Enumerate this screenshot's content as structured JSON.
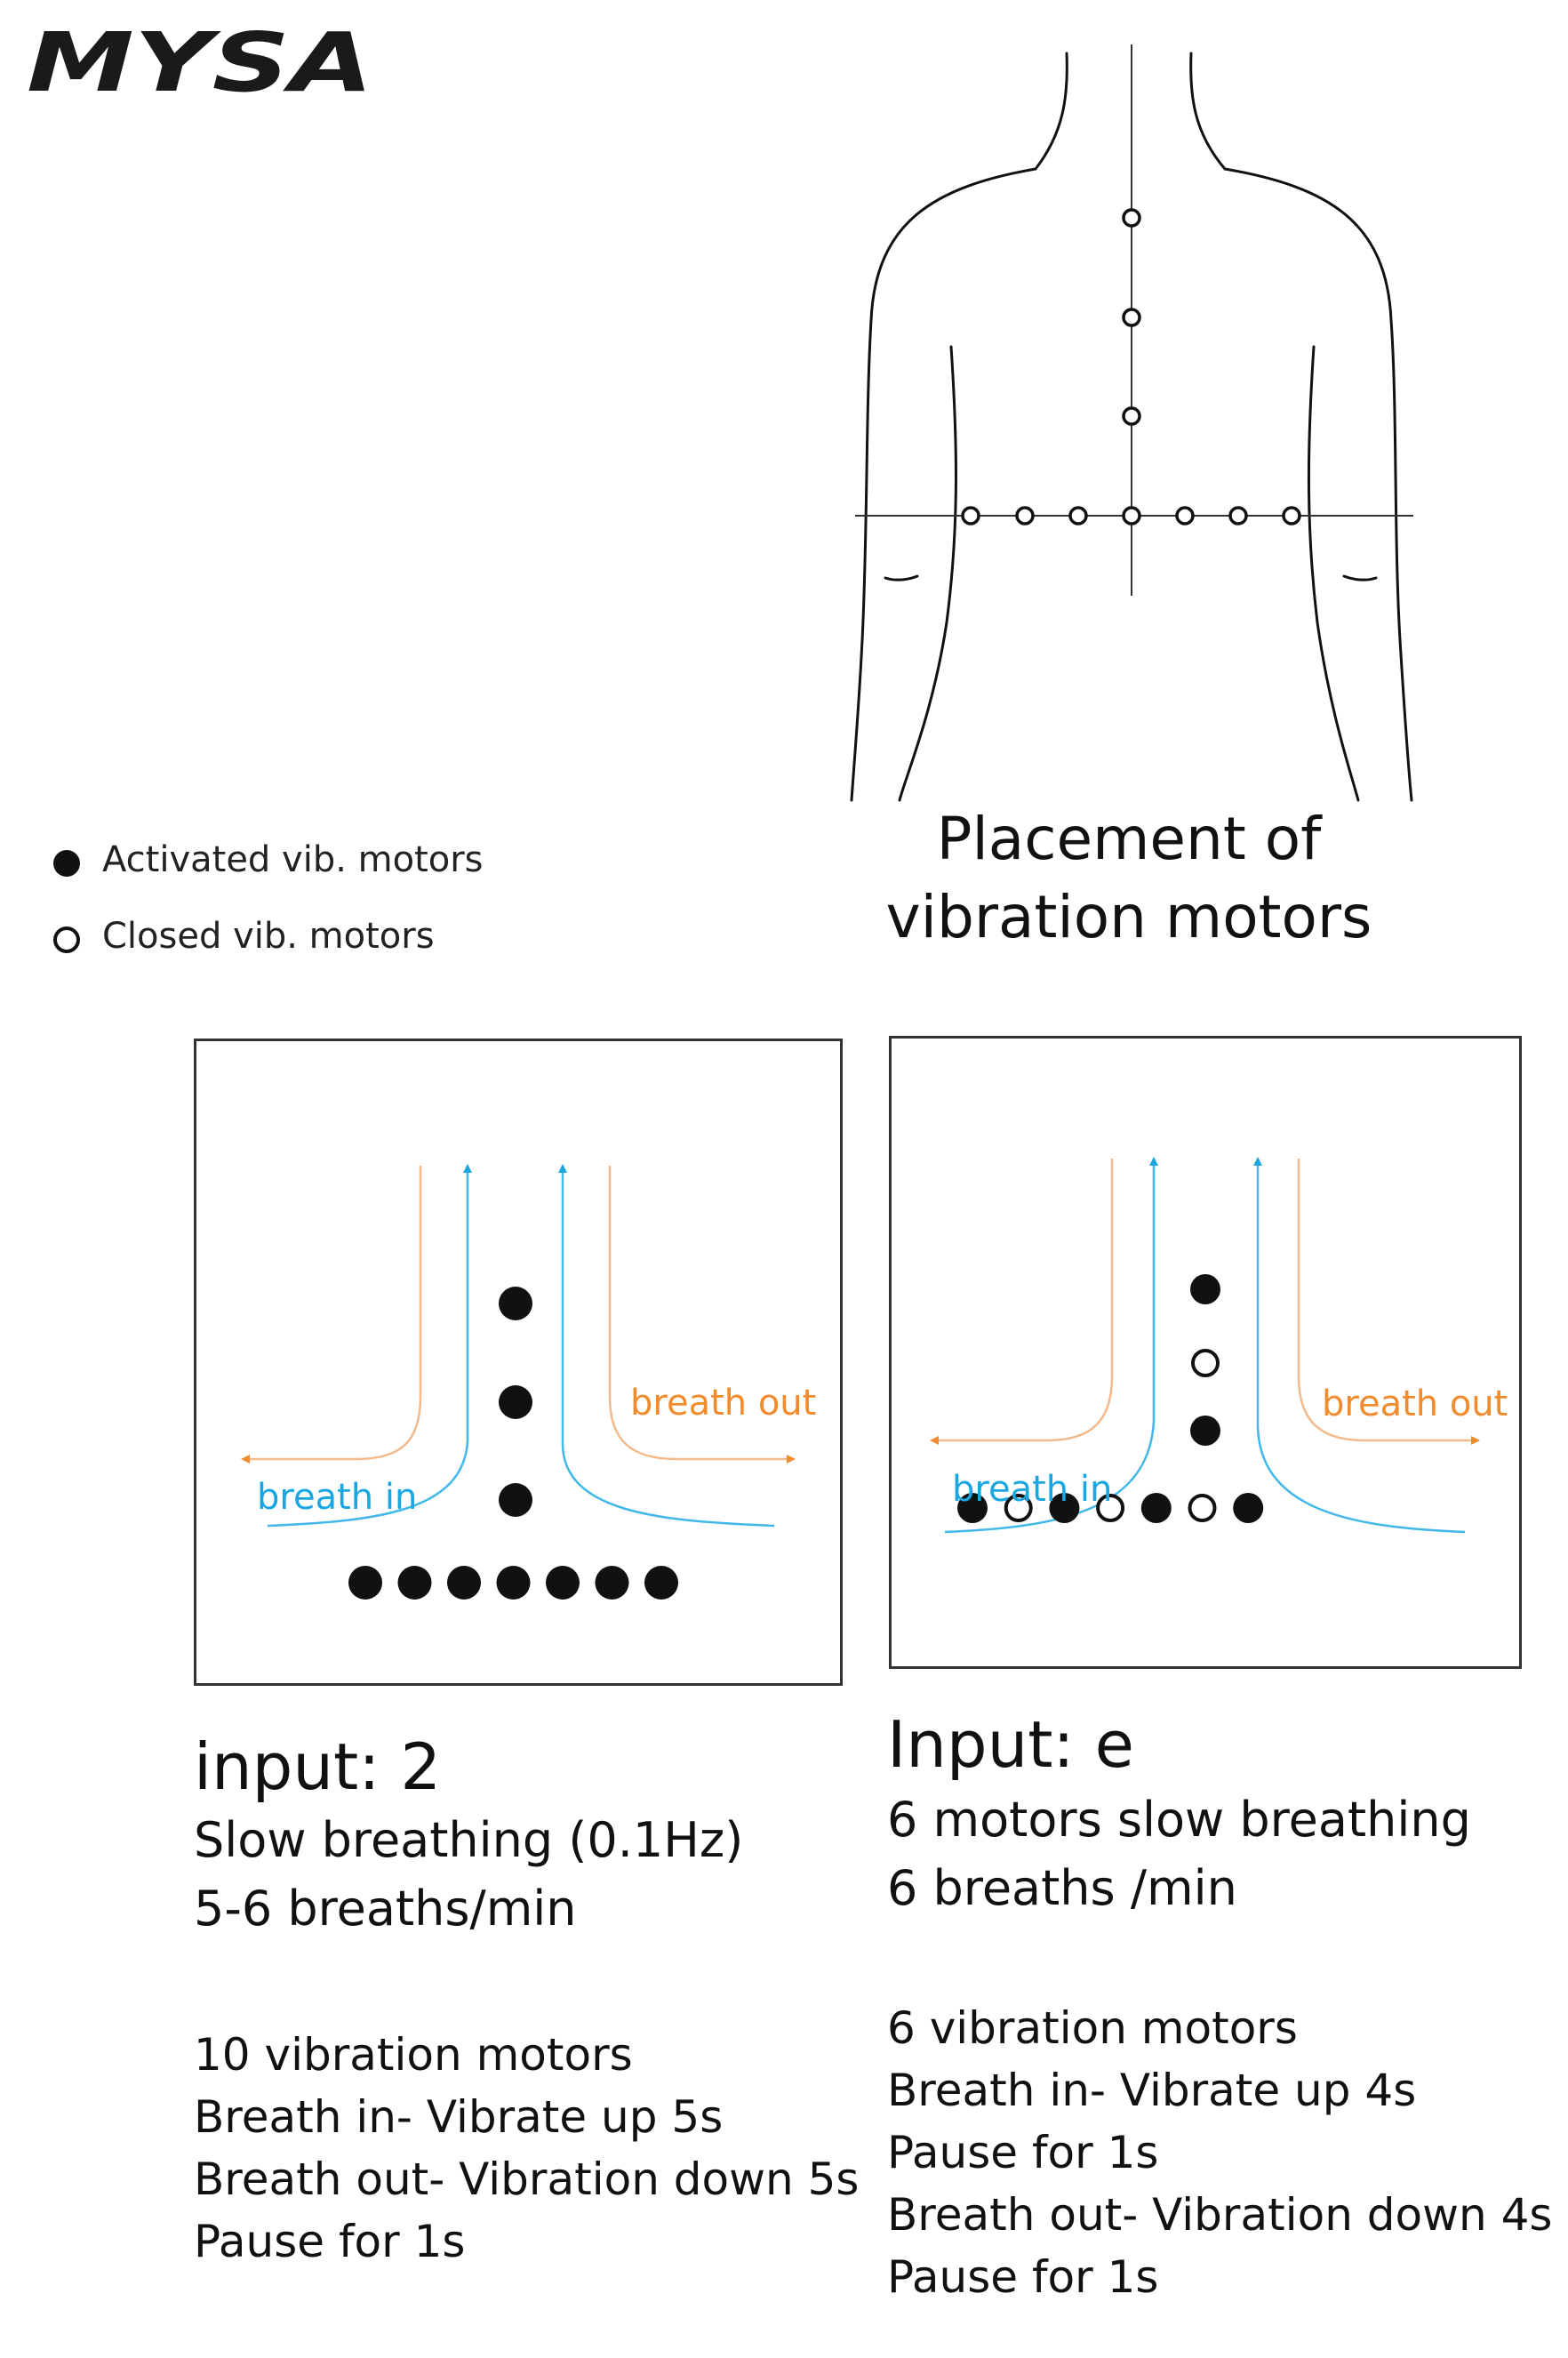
{
  "brand": {
    "logo": "MYSA"
  },
  "legend": {
    "activated": "Activated vib. motors",
    "closed": "Closed vib. motors"
  },
  "figure": {
    "caption_line1": "Placement of",
    "caption_line2": "vibration motors"
  },
  "panels": [
    {
      "arrow_label_out": "breath out",
      "arrow_label_in": "breath in",
      "top_motors": [
        "on",
        "on",
        "on"
      ],
      "bottom_motors": [
        "on",
        "on",
        "on",
        "on",
        "on",
        "on",
        "on"
      ],
      "title": "input: 2",
      "lines": [
        "Slow breathing (0.1Hz)",
        "5-6 breaths/min"
      ],
      "details": [
        "10 vibration motors",
        "Breath in- Vibrate up 5s",
        "Breath out- Vibration down 5s",
        "Pause for 1s"
      ]
    },
    {
      "arrow_label_out": "breath out",
      "arrow_label_in": "breath in",
      "top_motors": [
        "on",
        "off",
        "on"
      ],
      "bottom_motors": [
        "on",
        "off",
        "on",
        "off",
        "on",
        "off",
        "on"
      ],
      "title": "Input: e",
      "lines": [
        "6 motors slow breathing",
        "6 breaths /min"
      ],
      "details": [
        "6 vibration motors",
        "Breath in- Vibrate up 4s",
        "Pause for 1s",
        "Breath out- Vibration down 4s",
        "Pause for 1s"
      ]
    }
  ],
  "colors": {
    "breath_in": "#1aa6e0",
    "breath_out": "#f08c2e",
    "breath_out_line": "#f3b98a",
    "breath_in_line": "#41b8e8",
    "ink": "#111111"
  }
}
